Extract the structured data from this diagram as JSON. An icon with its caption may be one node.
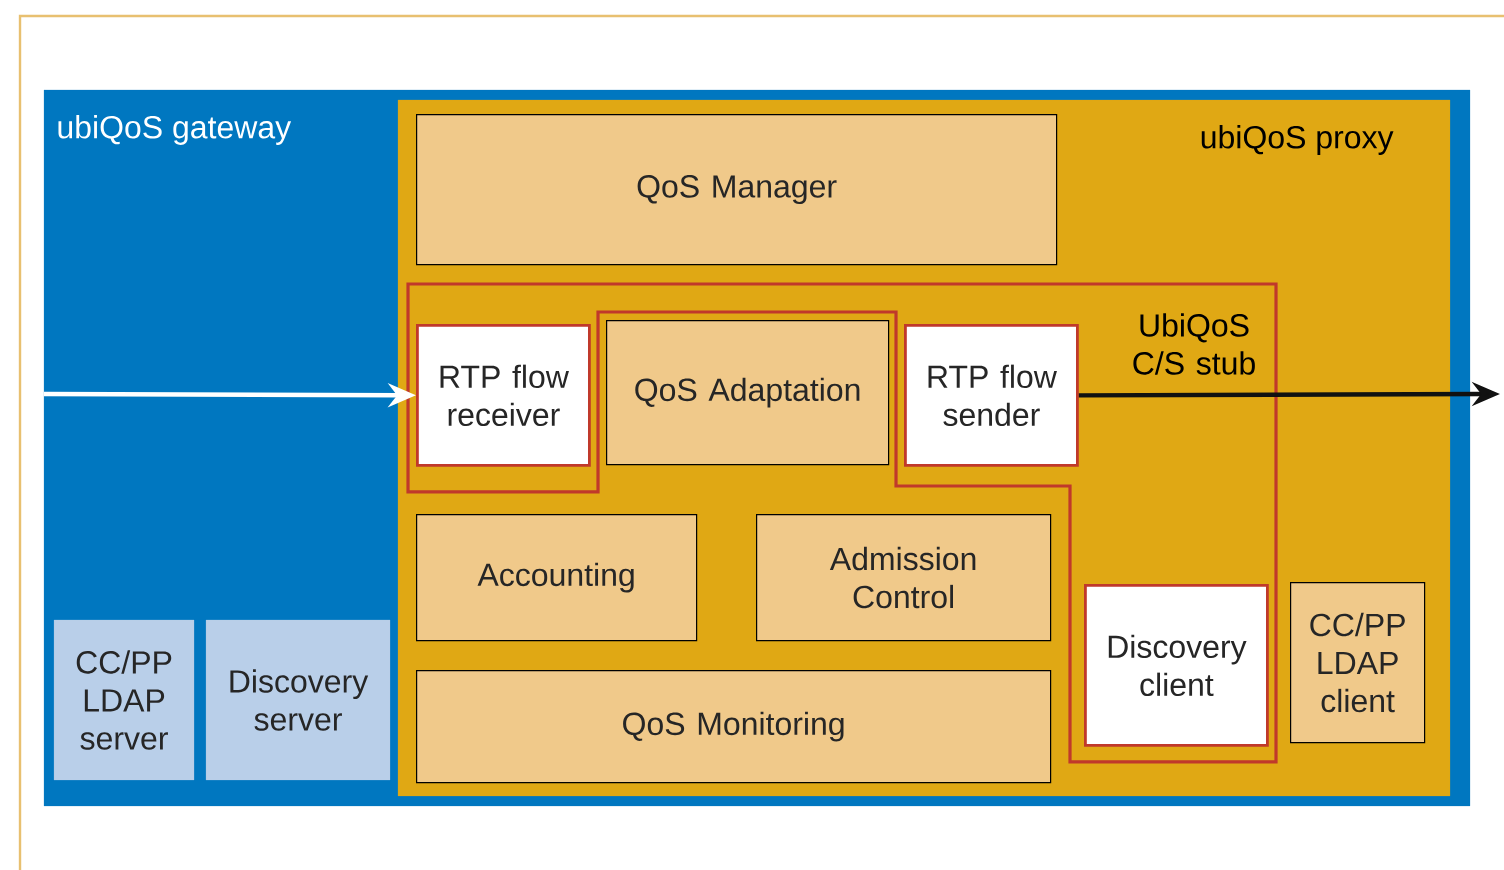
{
  "diagram": {
    "nodes": [
      {
        "text": [
          "ubiQoS gateway"
        ]
      },
      {
        "text": [
          "ubiQoS proxy"
        ],
        "in": 0
      },
      {
        "text": [
          "QoS Manager"
        ],
        "in": 1
      },
      {
        "text": [
          "UbiQoS C/S stub"
        ],
        "in": 1
      },
      {
        "text": [
          "RTP flow receiver"
        ],
        "in": 3
      },
      {
        "text": [
          "QoS Adaptation"
        ],
        "in": 1
      },
      {
        "text": [
          "RTP flow sender"
        ],
        "in": 3
      },
      {
        "text": [
          "Accounting"
        ],
        "in": 1
      },
      {
        "text": [
          "Admission Control"
        ],
        "in": 1
      },
      {
        "text": [
          "Discovery client"
        ],
        "in": 3
      },
      {
        "text": [
          "CC/PP LDAP client"
        ],
        "in": 1
      },
      {
        "text": [
          "CC/PP LDAP server"
        ],
        "in": 0
      },
      {
        "text": [
          "Discovery server"
        ],
        "in": 0
      },
      {
        "text": [
          "QoS Monitoring"
        ],
        "in": 1
      }
    ],
    "edges": [
      {
        "from": null,
        "to": 4,
        "arrow": "to",
        "color": "#ffffff"
      },
      {
        "from": 6,
        "to": null,
        "arrow": "to",
        "color": "#111111"
      }
    ]
  }
}
